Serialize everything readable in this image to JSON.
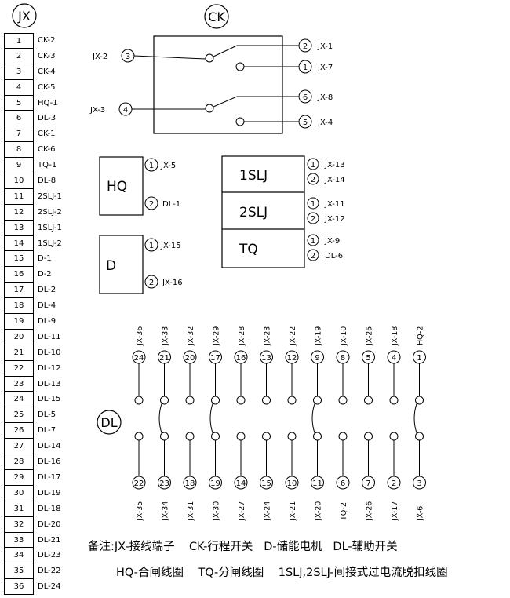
{
  "jx": {
    "title": "JX",
    "rows": [
      {
        "num": "1",
        "label": "CK-2"
      },
      {
        "num": "2",
        "label": "CK-3"
      },
      {
        "num": "3",
        "label": "CK-4"
      },
      {
        "num": "4",
        "label": "CK-5"
      },
      {
        "num": "5",
        "label": "HQ-1"
      },
      {
        "num": "6",
        "label": "DL-3"
      },
      {
        "num": "7",
        "label": "CK-1"
      },
      {
        "num": "8",
        "label": "CK-6"
      },
      {
        "num": "9",
        "label": "TQ-1"
      },
      {
        "num": "10",
        "label": "DL-8"
      },
      {
        "num": "11",
        "label": "2SLJ-1"
      },
      {
        "num": "12",
        "label": "2SLJ-2"
      },
      {
        "num": "13",
        "label": "1SLJ-1"
      },
      {
        "num": "14",
        "label": "1SLJ-2"
      },
      {
        "num": "15",
        "label": "D-1"
      },
      {
        "num": "16",
        "label": "D-2"
      },
      {
        "num": "17",
        "label": "DL-2"
      },
      {
        "num": "18",
        "label": "DL-4"
      },
      {
        "num": "19",
        "label": "DL-9"
      },
      {
        "num": "20",
        "label": "DL-11"
      },
      {
        "num": "21",
        "label": "DL-10"
      },
      {
        "num": "22",
        "label": "DL-12"
      },
      {
        "num": "23",
        "label": "DL-13"
      },
      {
        "num": "24",
        "label": "DL-15"
      },
      {
        "num": "25",
        "label": "DL-5"
      },
      {
        "num": "26",
        "label": "DL-7"
      },
      {
        "num": "27",
        "label": "DL-14"
      },
      {
        "num": "28",
        "label": "DL-16"
      },
      {
        "num": "29",
        "label": "DL-17"
      },
      {
        "num": "30",
        "label": "DL-19"
      },
      {
        "num": "31",
        "label": "DL-18"
      },
      {
        "num": "32",
        "label": "DL-20"
      },
      {
        "num": "33",
        "label": "DL-21"
      },
      {
        "num": "34",
        "label": "DL-23"
      },
      {
        "num": "35",
        "label": "DL-22"
      },
      {
        "num": "36",
        "label": "DL-24"
      }
    ]
  },
  "ck": {
    "title": "CK",
    "left_terminals": [
      {
        "num": "3",
        "label": "JX-2"
      },
      {
        "num": "4",
        "label": "JX-3"
      }
    ],
    "right_terminals": [
      {
        "num": "2",
        "label": "JX-1"
      },
      {
        "num": "1",
        "label": "JX-7"
      },
      {
        "num": "6",
        "label": "JX-8"
      },
      {
        "num": "5",
        "label": "JX-4"
      }
    ]
  },
  "hq": {
    "label": "HQ",
    "terminals": [
      {
        "num": "1",
        "label": "JX-5"
      },
      {
        "num": "2",
        "label": "DL-1"
      }
    ]
  },
  "d": {
    "label": "D",
    "terminals": [
      {
        "num": "1",
        "label": "JX-15"
      },
      {
        "num": "2",
        "label": "JX-16"
      }
    ]
  },
  "relays": {
    "cells": [
      "1SLJ",
      "2SLJ",
      "TQ"
    ],
    "terminals": [
      {
        "num": "1",
        "label": "JX-13"
      },
      {
        "num": "2",
        "label": "JX-14"
      },
      {
        "num": "1",
        "label": "JX-11"
      },
      {
        "num": "2",
        "label": "JX-12"
      },
      {
        "num": "1",
        "label": "JX-9"
      },
      {
        "num": "2",
        "label": "DL-6"
      }
    ]
  },
  "dl": {
    "title": "DL",
    "top_labels": [
      "JX-36",
      "JX-33",
      "JX-32",
      "JX-29",
      "JX-28",
      "JX-23",
      "JX-22",
      "JX-19",
      "JX-10",
      "JX-25",
      "JX-18",
      "HQ-2"
    ],
    "top_nums": [
      "24",
      "21",
      "20",
      "17",
      "16",
      "13",
      "12",
      "9",
      "8",
      "5",
      "4",
      "1"
    ],
    "bottom_nums": [
      "22",
      "23",
      "18",
      "19",
      "14",
      "15",
      "10",
      "11",
      "6",
      "7",
      "2",
      "3"
    ],
    "bottom_labels": [
      "JX-35",
      "JX-34",
      "JX-31",
      "JX-30",
      "JX-27",
      "JX-24",
      "JX-21",
      "JX-20",
      "TQ-2",
      "JX-26",
      "JX-17",
      "JX-6"
    ]
  },
  "notes": {
    "line1": "备注:JX-接线端子    CK-行程开关   D-储能电机   DL-辅助开关",
    "line2": "HQ-合闸线圈    TQ-分闸线圈    1SLJ,2SLJ-间接式过电流脱扣线圈"
  }
}
